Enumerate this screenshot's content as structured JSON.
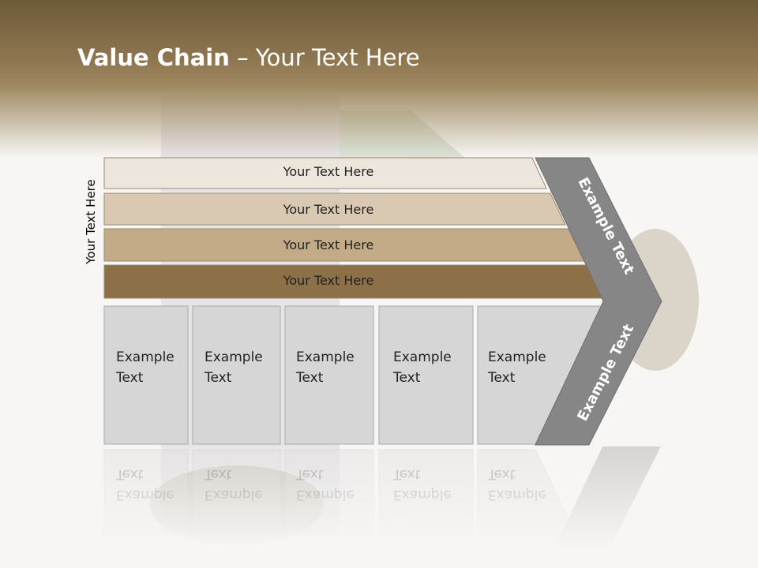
{
  "title": {
    "bold": "Value Chain",
    "rest": " – Your Text Here"
  },
  "side_label": "Your Text Here",
  "rows": [
    {
      "label": "Your Text Here",
      "color": "#ece6dd"
    },
    {
      "label": "Your Text Here",
      "color": "#d9c9b2"
    },
    {
      "label": "Your Text Here",
      "color": "#c4ab87"
    },
    {
      "label": "Your Text Here",
      "color": "#8c7048"
    }
  ],
  "columns": [
    {
      "line1": "Example",
      "line2": "Text"
    },
    {
      "line1": "Example",
      "line2": "Text"
    },
    {
      "line1": "Example",
      "line2": "Text"
    },
    {
      "line1": "Example",
      "line2": "Text"
    },
    {
      "line1": "Example",
      "line2": "Text"
    }
  ],
  "chevron": {
    "upper": "Example Text",
    "lower": "Example Text",
    "color": "#868686"
  }
}
